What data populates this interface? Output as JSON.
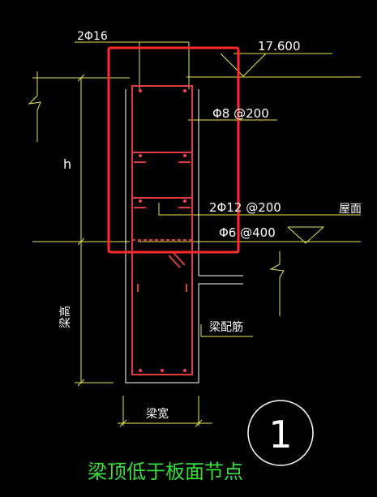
{
  "labels": {
    "top_rebar": "2Φ16",
    "top_elevation": "17.600",
    "stirrup_upper": "Φ8 @200",
    "h_symbol": "h",
    "side_bar": "2Φ12 @200",
    "roof_surface": "屋面",
    "tie_bar": "Φ6 @400",
    "beam_height": "梁高",
    "beam_reinforcement": "梁配筋",
    "beam_width": "梁宽",
    "detail_number": "1",
    "caption": "梁顶低于板面节点"
  },
  "colors": {
    "background": "#000000",
    "outline": "#ffffff",
    "dimension": "#e8e84a",
    "rebar": "#e23b3b",
    "concrete_edge": "#ff4040",
    "highlight_box": "#ff2a2a",
    "caption": "#35e035"
  }
}
